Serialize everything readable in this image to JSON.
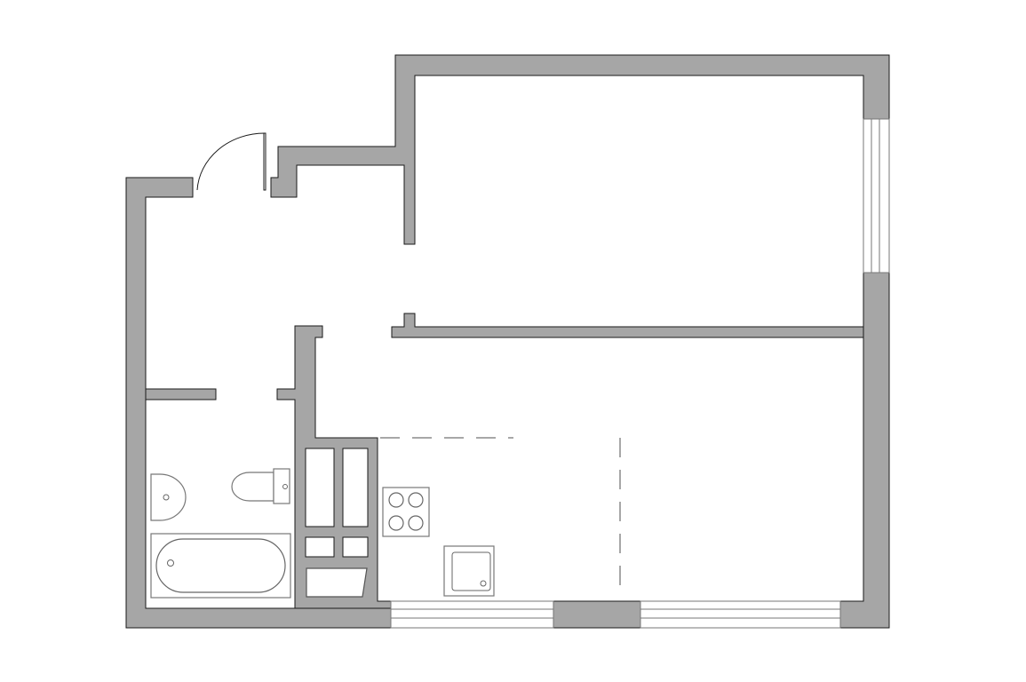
{
  "plan": {
    "colors": {
      "wall": "#a6a6a6",
      "outline": "#1a1a1a",
      "fixture": "#777777",
      "dash": "#8a8a8a",
      "background": "#ffffff"
    },
    "rooms": [
      "entrance-hall",
      "bedroom",
      "bathroom",
      "kitchen-living-room"
    ],
    "icons": [
      "door-icon",
      "window-icon",
      "washbasin-icon",
      "toilet-icon",
      "bathtub-icon",
      "stove-icon",
      "sink-icon",
      "cabinet-icon"
    ]
  }
}
